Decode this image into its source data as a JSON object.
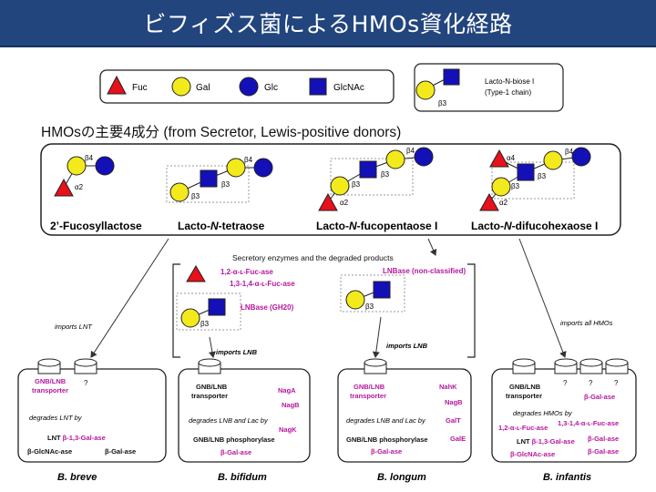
{
  "title": "ビフィズス菌によるHMOs資化経路",
  "legend": {
    "items": [
      {
        "label": "Fuc",
        "shape": "triangle",
        "color": "#e8101a"
      },
      {
        "label": "Gal",
        "shape": "circle",
        "color": "#f3ea1c"
      },
      {
        "label": "Glc",
        "shape": "circle",
        "color": "#1410b8"
      },
      {
        "label": "GlcNAc",
        "shape": "square",
        "color": "#1410b8"
      }
    ],
    "lnb": {
      "line1": "Lacto-N-biose I",
      "line2": "(Type-1 chain)",
      "link": "β3"
    }
  },
  "hmo_section": {
    "heading": "HMOsの主要4成分 (from Secretor, Lewis-positive donors)",
    "molecules": [
      {
        "name": "2’-Fucosyllactose",
        "links": [
          "β4",
          "α2"
        ]
      },
      {
        "name": "Lacto-N-tetraose",
        "links": [
          "β4",
          "β3",
          "β3"
        ]
      },
      {
        "name": "Lacto-N-fucopentaose I",
        "links": [
          "β4",
          "β3",
          "β3",
          "α2"
        ]
      },
      {
        "name": "Lacto-N-difucohexaose I",
        "links": [
          "α4",
          "β4",
          "β3",
          "β3",
          "α2"
        ]
      }
    ]
  },
  "secretory": {
    "heading": "Secretory enzymes and the degraded products",
    "enz1": "1,2-α-ʟ-Fuc-ase",
    "enz2": "1,3-1,4-α-ʟ-Fuc-ase",
    "lnbase_gh20": "LNBase (GH20)",
    "lnbase_nc": "LNBase (non-classified)",
    "link": "β3"
  },
  "arrows": {
    "imports_lnt": "imports LNT",
    "imports_lnb_1": "imports LNB",
    "imports_lnb_2": "imports LNB",
    "imports_all": "imports all HMOs"
  },
  "species": [
    {
      "name": "B. breve",
      "transporter": [
        "GNB/LNB",
        "transporter"
      ],
      "unknown": "?",
      "degrades": "degrades LNT by",
      "enzymes": [
        "LNT β-1,3-Gal-ase",
        "β-GlcNAc-ase",
        "β-Gal-ase"
      ]
    },
    {
      "name": "B. bifidum",
      "transporter": [
        "GNB/LNB",
        "transporter"
      ],
      "genes": [
        "NagA",
        "NagB",
        "NagK"
      ],
      "degrades": "degrades LNB and Lac by",
      "phos": "GNB/LNB phosphorylase",
      "gal": "β-Gal-ase"
    },
    {
      "name": "B. longum",
      "transporter": [
        "GNB/LNB",
        "transporter"
      ],
      "genes": [
        "NahK",
        "NagB",
        "GalT",
        "GalE"
      ],
      "degrades": "degrades LNB and Lac by",
      "phos": "GNB/LNB phosphorylase",
      "gal": "β-Gal-ase"
    },
    {
      "name": "B. infantis",
      "transporter": [
        "GNB/LNB",
        "transporter"
      ],
      "unknown": [
        "?",
        "?",
        "?"
      ],
      "degrades": "degrades HMOs by",
      "enzymes": [
        "β-Gal-ase",
        "1,3-1,4-α-ʟ-Fuc-ase",
        "1,2-α-ʟ-Fuc-ase",
        "β-Gal-ase",
        "LNT β-1,3-Gal-ase",
        "β-Gal-ase",
        "β-GlcNAc-ase"
      ]
    }
  ],
  "colors": {
    "fuc": "#e8101a",
    "gal": "#f3ea1c",
    "glc": "#1410b8",
    "glcnac": "#1410b8",
    "enzyme_text": "#b5179e",
    "banner": "#22457e"
  }
}
